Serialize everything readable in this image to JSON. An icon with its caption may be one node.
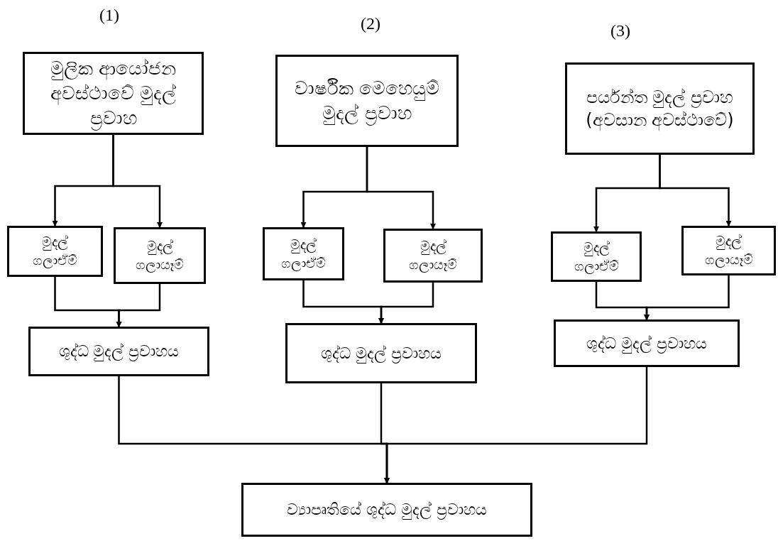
{
  "diagram": {
    "nodes": [
      {
        "text": [
          "මුලික ආයෝජන අවස්ථාවේ මුදල් ප්‍රවාහ"
        ]
      },
      {
        "text": [
          "වාර්ෂික මෙහෙයුම් මුදල් ප්‍රවාහ"
        ]
      },
      {
        "text": [
          "පර්යන්ත මුදල් ප්‍රවාහ (අවසාන අවස්ථාවේ)"
        ]
      },
      {
        "text": [
          "මුදල් ගලාඒම්"
        ]
      },
      {
        "text": [
          "මුදල් ගලායෑම්"
        ]
      },
      {
        "text": [
          "මුදල් ගලාඒම්"
        ]
      },
      {
        "text": [
          "මුදල් ගලායෑම්"
        ]
      },
      {
        "text": [
          "මුදල් ගලාඒම්"
        ]
      },
      {
        "text": [
          "මුදල් ගලායෑම්"
        ]
      },
      {
        "text": [
          "ශුද්ධ මුදල් ප්‍රවාහය"
        ]
      },
      {
        "text": [
          "ශුද්ධ මුදල් ප්‍රවාහය"
        ]
      },
      {
        "text": [
          "ශුද්ධ මුදල් ප්‍රවාහය"
        ]
      },
      {
        "text": [
          "ව්‍යාපෘතියේ ශුද්ධ  මුදල් ප්‍රවාහය"
        ]
      }
    ],
    "edges": [
      {
        "from": 0,
        "to": 3,
        "arrow": "to"
      },
      {
        "from": 0,
        "to": 4,
        "arrow": "to"
      },
      {
        "from": 1,
        "to": 5,
        "arrow": "to"
      },
      {
        "from": 1,
        "to": 6,
        "arrow": "to"
      },
      {
        "from": 2,
        "to": 7,
        "arrow": "to"
      },
      {
        "from": 2,
        "to": 8,
        "arrow": "to"
      },
      {
        "from": 3,
        "to": 9,
        "arrow": "to"
      },
      {
        "from": 4,
        "to": 9,
        "arrow": "to"
      },
      {
        "from": 5,
        "to": 10,
        "arrow": "to"
      },
      {
        "from": 6,
        "to": 10,
        "arrow": "to"
      },
      {
        "from": 7,
        "to": 11,
        "arrow": "to"
      },
      {
        "from": 8,
        "to": 11,
        "arrow": "to"
      },
      {
        "from": 9,
        "to": 12,
        "arrow": "to"
      },
      {
        "from": 10,
        "to": 12,
        "arrow": "to"
      },
      {
        "from": 11,
        "to": 12,
        "arrow": "to"
      }
    ],
    "labels": [
      "(1)",
      "(2)",
      "(3)"
    ]
  }
}
